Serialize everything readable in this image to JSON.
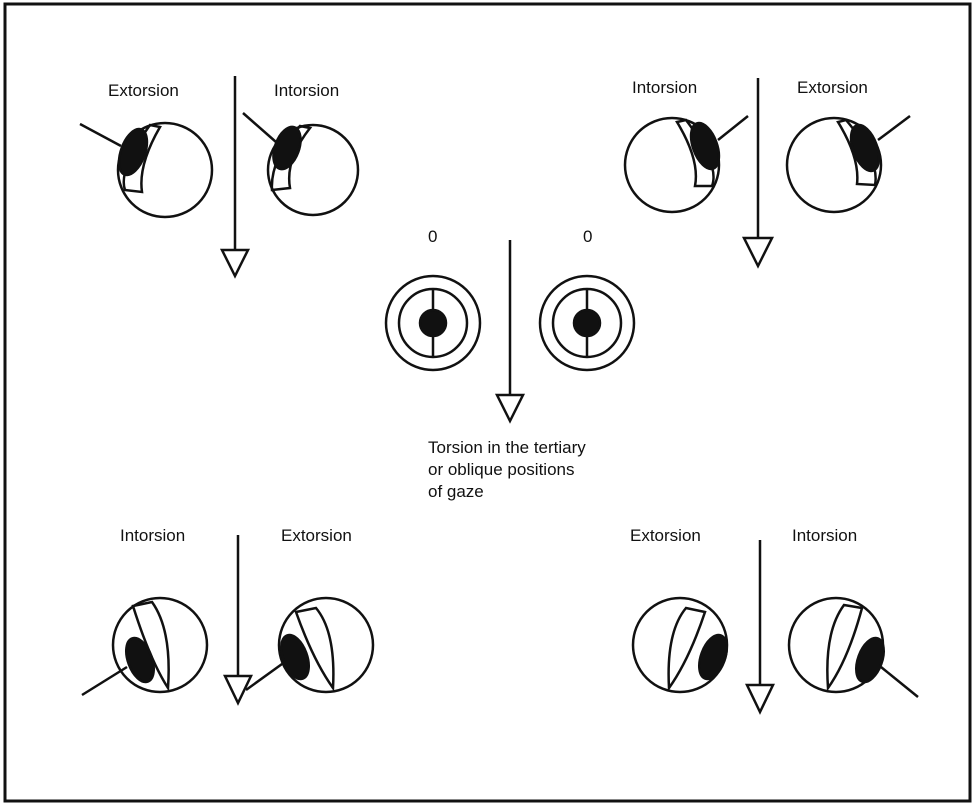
{
  "labels": {
    "top_left": {
      "left": "Extorsion",
      "right": "Intorsion"
    },
    "top_right": {
      "left": "Intorsion",
      "right": "Extorsion"
    },
    "center": {
      "left": "0",
      "right": "0"
    },
    "bottom_left": {
      "left": "Intorsion",
      "right": "Extorsion"
    },
    "bottom_right": {
      "left": "Extorsion",
      "right": "Intorsion"
    }
  },
  "caption": {
    "line1": "Torsion in the tertiary",
    "line2": "or oblique positions",
    "line3": "of gaze"
  },
  "colors": {
    "ink": "#111111",
    "background": "#ffffff"
  }
}
